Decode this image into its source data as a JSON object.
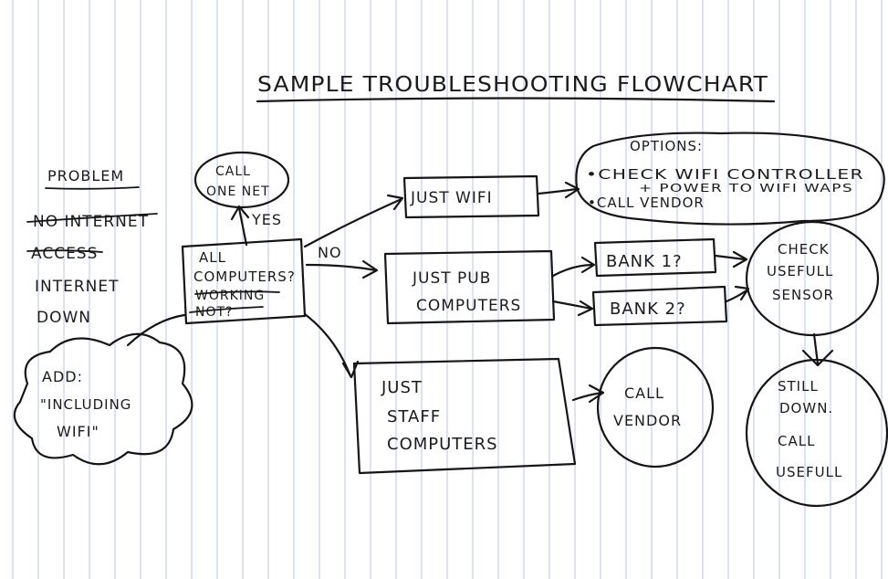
{
  "title": "SAMPLE TROUBLESHOOTING FLOWCHART",
  "problem": {
    "heading": "PROBLEM",
    "crossed_lines": [
      "NO INTERNET",
      "ACCESS"
    ],
    "lines": [
      "INTERNET",
      "DOWN"
    ]
  },
  "add_note": {
    "lines": [
      "ADD:",
      "\"INCLUDING",
      "WIFI\""
    ]
  },
  "call_one_net": {
    "lines": [
      "CALL",
      "ONE NET"
    ]
  },
  "yes_label": "YES",
  "no_label": "NO",
  "all_computers": {
    "lines": [
      "ALL",
      "COMPUTERS?"
    ],
    "crossed_lines": [
      "WORKING",
      "NOT?"
    ]
  },
  "just_wifi": "JUST WIFI",
  "options": {
    "heading": "OPTIONS:",
    "items": [
      "•CHECK WIFI CONTROLLER",
      "+ POWER TO WIFI WAPS",
      "•CALL VENDOR"
    ]
  },
  "just_pub": {
    "lines": [
      "JUST PUB",
      "COMPUTERS"
    ]
  },
  "bank1": "BANK 1?",
  "bank2": "BANK 2?",
  "check_usefull": {
    "lines": [
      "CHECK",
      "USEFULL",
      "SENSOR"
    ]
  },
  "just_staff": {
    "lines": [
      "JUST",
      "STAFF",
      "COMPUTERS"
    ]
  },
  "call_vendor": {
    "lines": [
      "CALL",
      "VENDOR"
    ]
  },
  "still_down": {
    "lines": [
      "STILL",
      "DOWN.",
      "CALL",
      "USEFULL"
    ]
  }
}
